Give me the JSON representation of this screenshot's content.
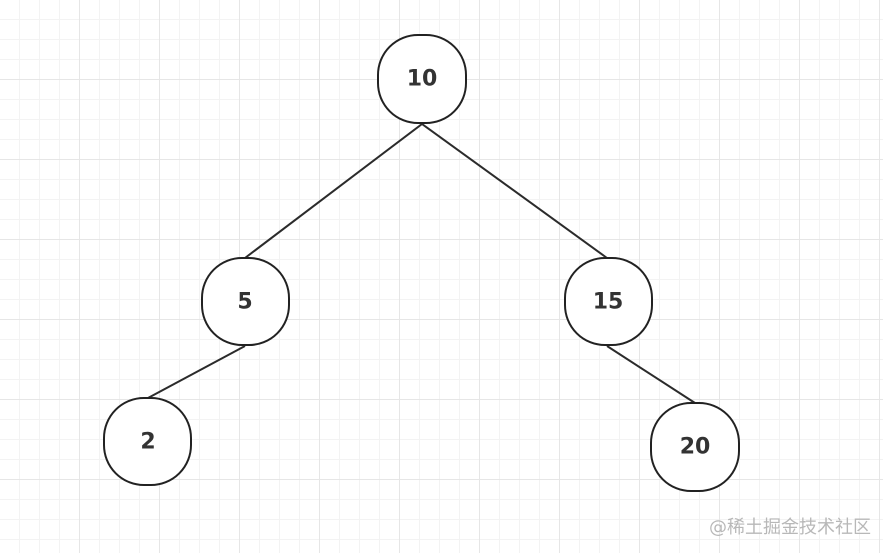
{
  "diagram": {
    "type": "binary-tree",
    "colors": {
      "edge": "#2b2b2b",
      "node_stroke": "#222222",
      "node_fill": "#ffffff",
      "label": "#333333"
    },
    "nodes": [
      {
        "id": "n10",
        "label": "10"
      },
      {
        "id": "n5",
        "label": "5"
      },
      {
        "id": "n15",
        "label": "15"
      },
      {
        "id": "n2",
        "label": "2"
      },
      {
        "id": "n20",
        "label": "20"
      }
    ],
    "edges": [
      {
        "from": "n10",
        "to": "n5"
      },
      {
        "from": "n10",
        "to": "n15"
      },
      {
        "from": "n5",
        "to": "n2"
      },
      {
        "from": "n15",
        "to": "n20"
      }
    ]
  },
  "watermark": {
    "text": "@稀土掘金技术社区"
  }
}
